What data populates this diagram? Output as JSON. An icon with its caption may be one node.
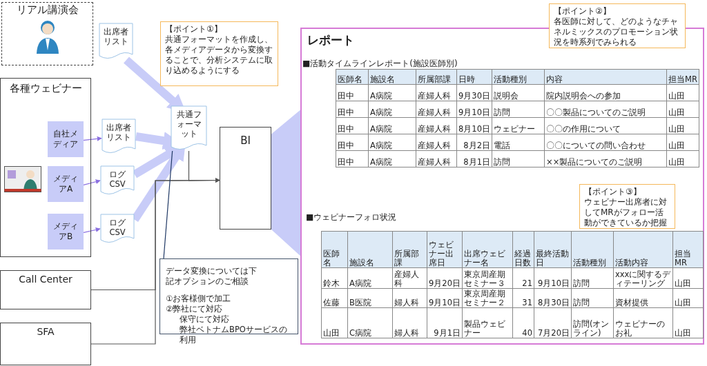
{
  "diagram": {
    "nodes": [
      {
        "text": [
          "リアル講演会"
        ]
      },
      {
        "text": [
          "出席者リスト"
        ]
      },
      {
        "text": [
          "【ポイント①】",
          "共通フォーマットを作成し、各メディアデータから変換することで、分析システムに取り込めるようにする"
        ]
      },
      {
        "text": [
          "各種ウェビナー"
        ]
      },
      {
        "text": [
          "自社メディア"
        ],
        "in": 3
      },
      {
        "text": [
          "メディアA"
        ],
        "in": 3
      },
      {
        "text": [
          "メディアB"
        ],
        "in": 3
      },
      {
        "text": [
          "出席者リスト"
        ]
      },
      {
        "text": [
          "ログCSV"
        ]
      },
      {
        "text": [
          "ログCSV"
        ]
      },
      {
        "text": [
          "共通フォーマット"
        ]
      },
      {
        "text": [
          "BI"
        ]
      },
      {
        "text": [
          "Call Center"
        ]
      },
      {
        "text": [
          "SFA"
        ]
      },
      {
        "text": [
          "データ変換については下記オプションのご相談",
          "①お客様側で加工",
          "②弊社にて対応",
          "保守にて対応",
          "弊社ベトナムBPOサービスの利用"
        ]
      },
      {
        "text": [
          "レポート"
        ]
      },
      {
        "text": [
          "【ポイント②】",
          "各医師に対して、どのようなチャネルミックスのプロモーション状況を時系列でみられる"
        ]
      },
      {
        "text": [
          "【ポイント③】",
          "ウェビナー出席者に対してMRがフォロー活動ができているか把握"
        ],
        "in": 15
      }
    ],
    "edges": [
      {
        "from": 4,
        "to": 7,
        "arrow": "to",
        "color": "#8a6fe0"
      },
      {
        "from": 5,
        "to": 8,
        "arrow": "to",
        "color": "#8a6fe0"
      },
      {
        "from": 6,
        "to": 9,
        "arrow": "to",
        "color": "#8a6fe0"
      },
      {
        "from": 1,
        "to": 10,
        "arrow": "to",
        "style": "thick",
        "color": "#c8ccf8"
      },
      {
        "from": 7,
        "to": 10,
        "arrow": "to",
        "style": "thick",
        "color": "#c8ccf8"
      },
      {
        "from": 8,
        "to": 10,
        "arrow": "to",
        "style": "thick",
        "color": "#c8ccf8"
      },
      {
        "from": 9,
        "to": 10,
        "arrow": "to",
        "style": "thick",
        "color": "#c8ccf8"
      },
      {
        "from": 10,
        "to": 11,
        "arrow": "to",
        "color": "#555555"
      },
      {
        "from": 12,
        "to": 11,
        "arrow": "to",
        "color": "#555555"
      },
      {
        "from": 13,
        "to": 11,
        "arrow": "to",
        "color": "#555555"
      },
      {
        "from": 14,
        "to": 10,
        "arrow": "none",
        "color": "#1f3864"
      },
      {
        "from": 11,
        "to": 15,
        "arrow": "none",
        "style": "thick",
        "color": "#c8ccf8"
      }
    ],
    "labels": [
      "■活動タイムラインレポート(施設医師別)",
      "医師名",
      "施設名",
      "所属部課",
      "日時",
      "活動種別",
      "内容",
      "担当MR",
      "田中",
      "A病院",
      "産婦人科",
      "9月30日",
      "説明会",
      "院内説明会への参加",
      "山田",
      "田中",
      "A病院",
      "産婦人科",
      "9月10日",
      "訪問",
      "〇〇製品についてのご説明",
      "山田",
      "田中",
      "A病院",
      "産婦人科",
      "8月10日",
      "ウェビナー",
      "〇〇の作用について",
      "山田",
      "田中",
      "A病院",
      "産婦人科",
      "8月2日",
      "電話",
      "〇〇についての問い合わせ",
      "山田",
      "田中",
      "A病院",
      "産婦人科",
      "8月1日",
      "訪問",
      "××製品についてのご説明",
      "山田",
      "■ウェビナーフォロ状況",
      "医師名",
      "施設名",
      "所属部課",
      "ウェビナー出席日",
      "出席ウェビナー名",
      "経過日数",
      "最終活動日",
      "活動種別",
      "活動内容",
      "担当MR",
      "鈴木",
      "A病院",
      "産婦人科",
      "9月20日",
      "東京周産期セミナー３",
      "21",
      "9月10日",
      "訪問",
      "xxxに関するディテーリング",
      "山田",
      "佐藤",
      "B医院",
      "婦人科",
      "9月10日",
      "東京周産期セミナー２",
      "31",
      "8月30日",
      "訪問",
      "資材提供",
      "山田",
      "山田",
      "C病院",
      "婦人科",
      "9月1日",
      "製品ウェビナー",
      "40",
      "7月20日",
      "訪問(オンライン)",
      "ウェビナーのお礼",
      "山田"
    ]
  }
}
